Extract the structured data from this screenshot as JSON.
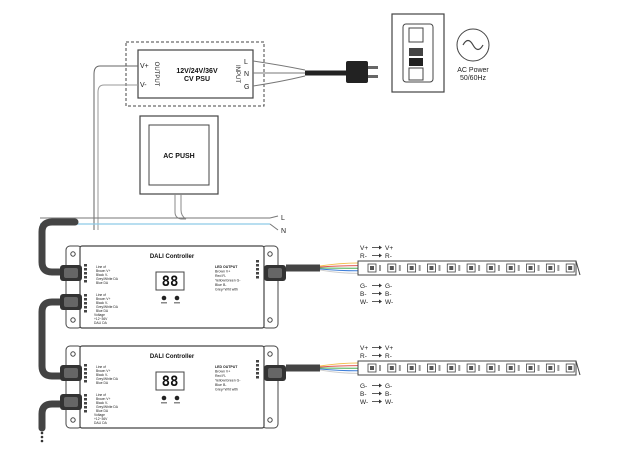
{
  "psu": {
    "title_line1": "12V/24V/36V",
    "title_line2": "CV PSU",
    "output_label": "OUTPUT",
    "input_label": "INPUT",
    "v_plus": "V+",
    "v_minus": "V-",
    "l": "L",
    "n": "N",
    "g": "G"
  },
  "ac_power": {
    "label_line1": "AC Power",
    "label_line2": "50/60Hz"
  },
  "ac_push": {
    "label": "AC PUSH"
  },
  "mains": {
    "l": "L",
    "n": "N"
  },
  "controllers": [
    {
      "title": "DALI Controller",
      "display": "88",
      "left_top_lines": [
        "Line of",
        "Brown V+",
        "Black V-",
        "Grey/White DA",
        "Blue DA"
      ],
      "left_bottom_lines": [
        "Line of",
        "Brown V+",
        "Black V-",
        "Grey/White DA",
        "Blue DA"
      ],
      "left_extra_lines": [
        "Voltage",
        "+12~36V",
        "DALI DA"
      ],
      "right_lines": [
        "LED OUTPUT",
        "Brown V+",
        "Red R-",
        "Yellow/Green G-",
        "Blue B-",
        "Grey/ Wht with"
      ]
    },
    {
      "title": "DALI Controller",
      "display": "88",
      "left_top_lines": [
        "Line of",
        "Brown V+",
        "Black V-",
        "Grey/White DA",
        "Blue DA"
      ],
      "left_bottom_lines": [
        "Line of",
        "Brown V+",
        "Black V-",
        "Grey/White DA",
        "Blue DA"
      ],
      "left_extra_lines": [
        "Voltage",
        "+12~36V",
        "DALI DA"
      ],
      "right_lines": [
        "LED OUTPUT",
        "Brown V+",
        "Red R-",
        "Yellow/Green G-",
        "Blue B-",
        "Grey/ Wht with"
      ]
    }
  ],
  "wiring_labels": {
    "row1_left": [
      "V+",
      "R-"
    ],
    "row1_right": [
      "V+",
      "R-"
    ],
    "row2_left": [
      "G-",
      "B-",
      "W-"
    ],
    "row2_right": [
      "G-",
      "B-",
      "W-"
    ]
  },
  "led_strip": {
    "segments": 11
  },
  "colors": {
    "line": "#333333",
    "cable": "#555555",
    "mains_blue": "#8ecae6",
    "wire_yellow": "#f2c14e",
    "wire_red": "#e05555",
    "wire_green": "#4caf50",
    "wire_blue": "#3f7fd9",
    "wire_white": "#cfcfcf"
  }
}
